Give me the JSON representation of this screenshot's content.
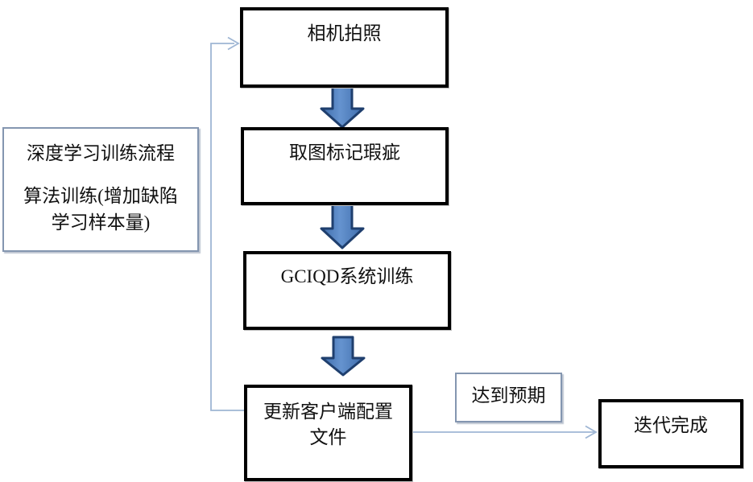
{
  "flowchart": {
    "side_note": {
      "line1": "深度学习训练流程",
      "line2": "算法训练(增加缺陷",
      "line3": "学习样本量)"
    },
    "steps": {
      "camera": "相机拍照",
      "mark_defects": "取图标记瑕疵",
      "system_training": "GCIQD系统训练",
      "update_config_line1": "更新客户端配置",
      "update_config_line2": "文件",
      "iteration_done": "迭代完成"
    },
    "condition_label": "达到预期",
    "colors": {
      "node_border": "#000000",
      "note_border": "#8496b0",
      "block_arrow_fill": "#4a7cba",
      "block_arrow_stroke": "#1f3f6e",
      "connector_line": "#9fb6d4",
      "text": "#111111",
      "background": "#ffffff"
    }
  }
}
